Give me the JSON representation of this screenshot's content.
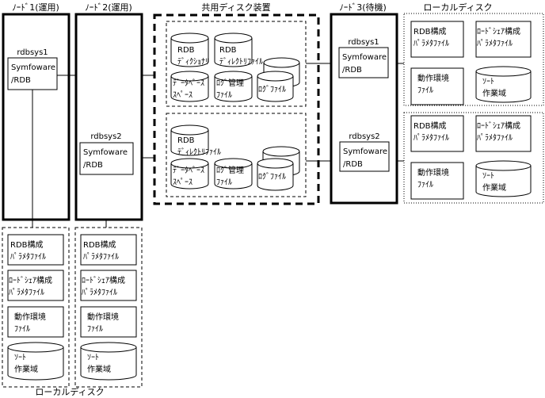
{
  "nodes": {
    "node1": "ﾉｰﾄﾞ1(運用)",
    "node2": "ﾉｰﾄﾞ2(運用)",
    "node3": "ﾉｰﾄﾞ3(待機)"
  },
  "shared_disk": {
    "title": "共用ディスク装置",
    "group1": {
      "dictionary": [
        "RDB",
        "ﾃﾞｨｸｼｮﾅﾘ"
      ],
      "directory": [
        "RDB",
        "ﾃﾞｨﾚｸﾄﾘﾌｧｲﾙ"
      ],
      "dbspace": [
        "ﾃﾞｰﾀﾍﾞｰｽ",
        "ｽﾍﾟｰｽ"
      ],
      "logmgmt": [
        "ﾛｸﾞ管理",
        "ﾌｧｲﾙ"
      ],
      "logfile": "ﾛｸﾞﾌｧｲﾙ"
    },
    "group2": {
      "directory": [
        "RDB",
        "ﾃﾞｨﾚｸﾄﾘﾌｧｲﾙ"
      ],
      "dbspace": [
        "ﾃﾞｰﾀﾍﾞｰｽ",
        "ｽﾍﾟｰｽ"
      ],
      "logmgmt": [
        "ﾛｸﾞ管理",
        "ﾌｧｲﾙ"
      ],
      "logfile": "ﾛｸﾞﾌｧｲﾙ"
    }
  },
  "rdbsys": {
    "sys1": "rdbsys1",
    "sys2": "rdbsys2",
    "product": [
      "Symfoware",
      "/RDB"
    ]
  },
  "local_disk": {
    "title": "ローカルディスク",
    "rdb_config": [
      "RDB構成",
      "ﾊﾟﾗﾒﾀﾌｧｲﾙ"
    ],
    "loadshare_config": [
      "ﾛｰﾄﾞｼｪｱ構成",
      "ﾊﾟﾗﾒﾀﾌｧｲﾙ"
    ],
    "env_file": [
      "動作環境",
      "ﾌｧｲﾙ"
    ],
    "sort_area": [
      "ｿｰﾄ",
      "作業域"
    ]
  }
}
